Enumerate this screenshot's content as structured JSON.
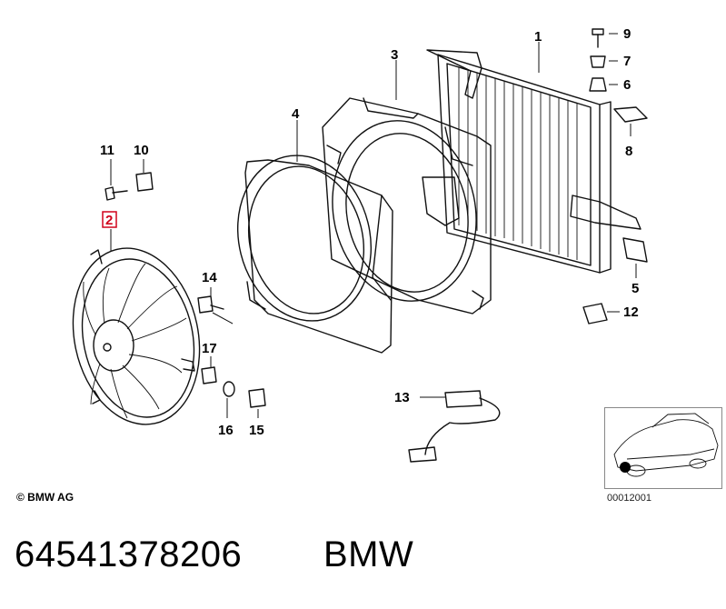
{
  "callouts": {
    "c1": "1",
    "c2": "2",
    "c3": "3",
    "c4": "4",
    "c5": "5",
    "c6": "6",
    "c7": "7",
    "c8": "8",
    "c9": "9",
    "c10": "10",
    "c11": "11",
    "c12": "12",
    "c13": "13",
    "c14": "14",
    "c15": "15",
    "c16": "16",
    "c17": "17"
  },
  "highlight_color": "#d0021b",
  "footer": {
    "copyright": "© BMW AG",
    "diagram_id": "00012001",
    "part_number": "64541378206",
    "brand": "BMW"
  }
}
